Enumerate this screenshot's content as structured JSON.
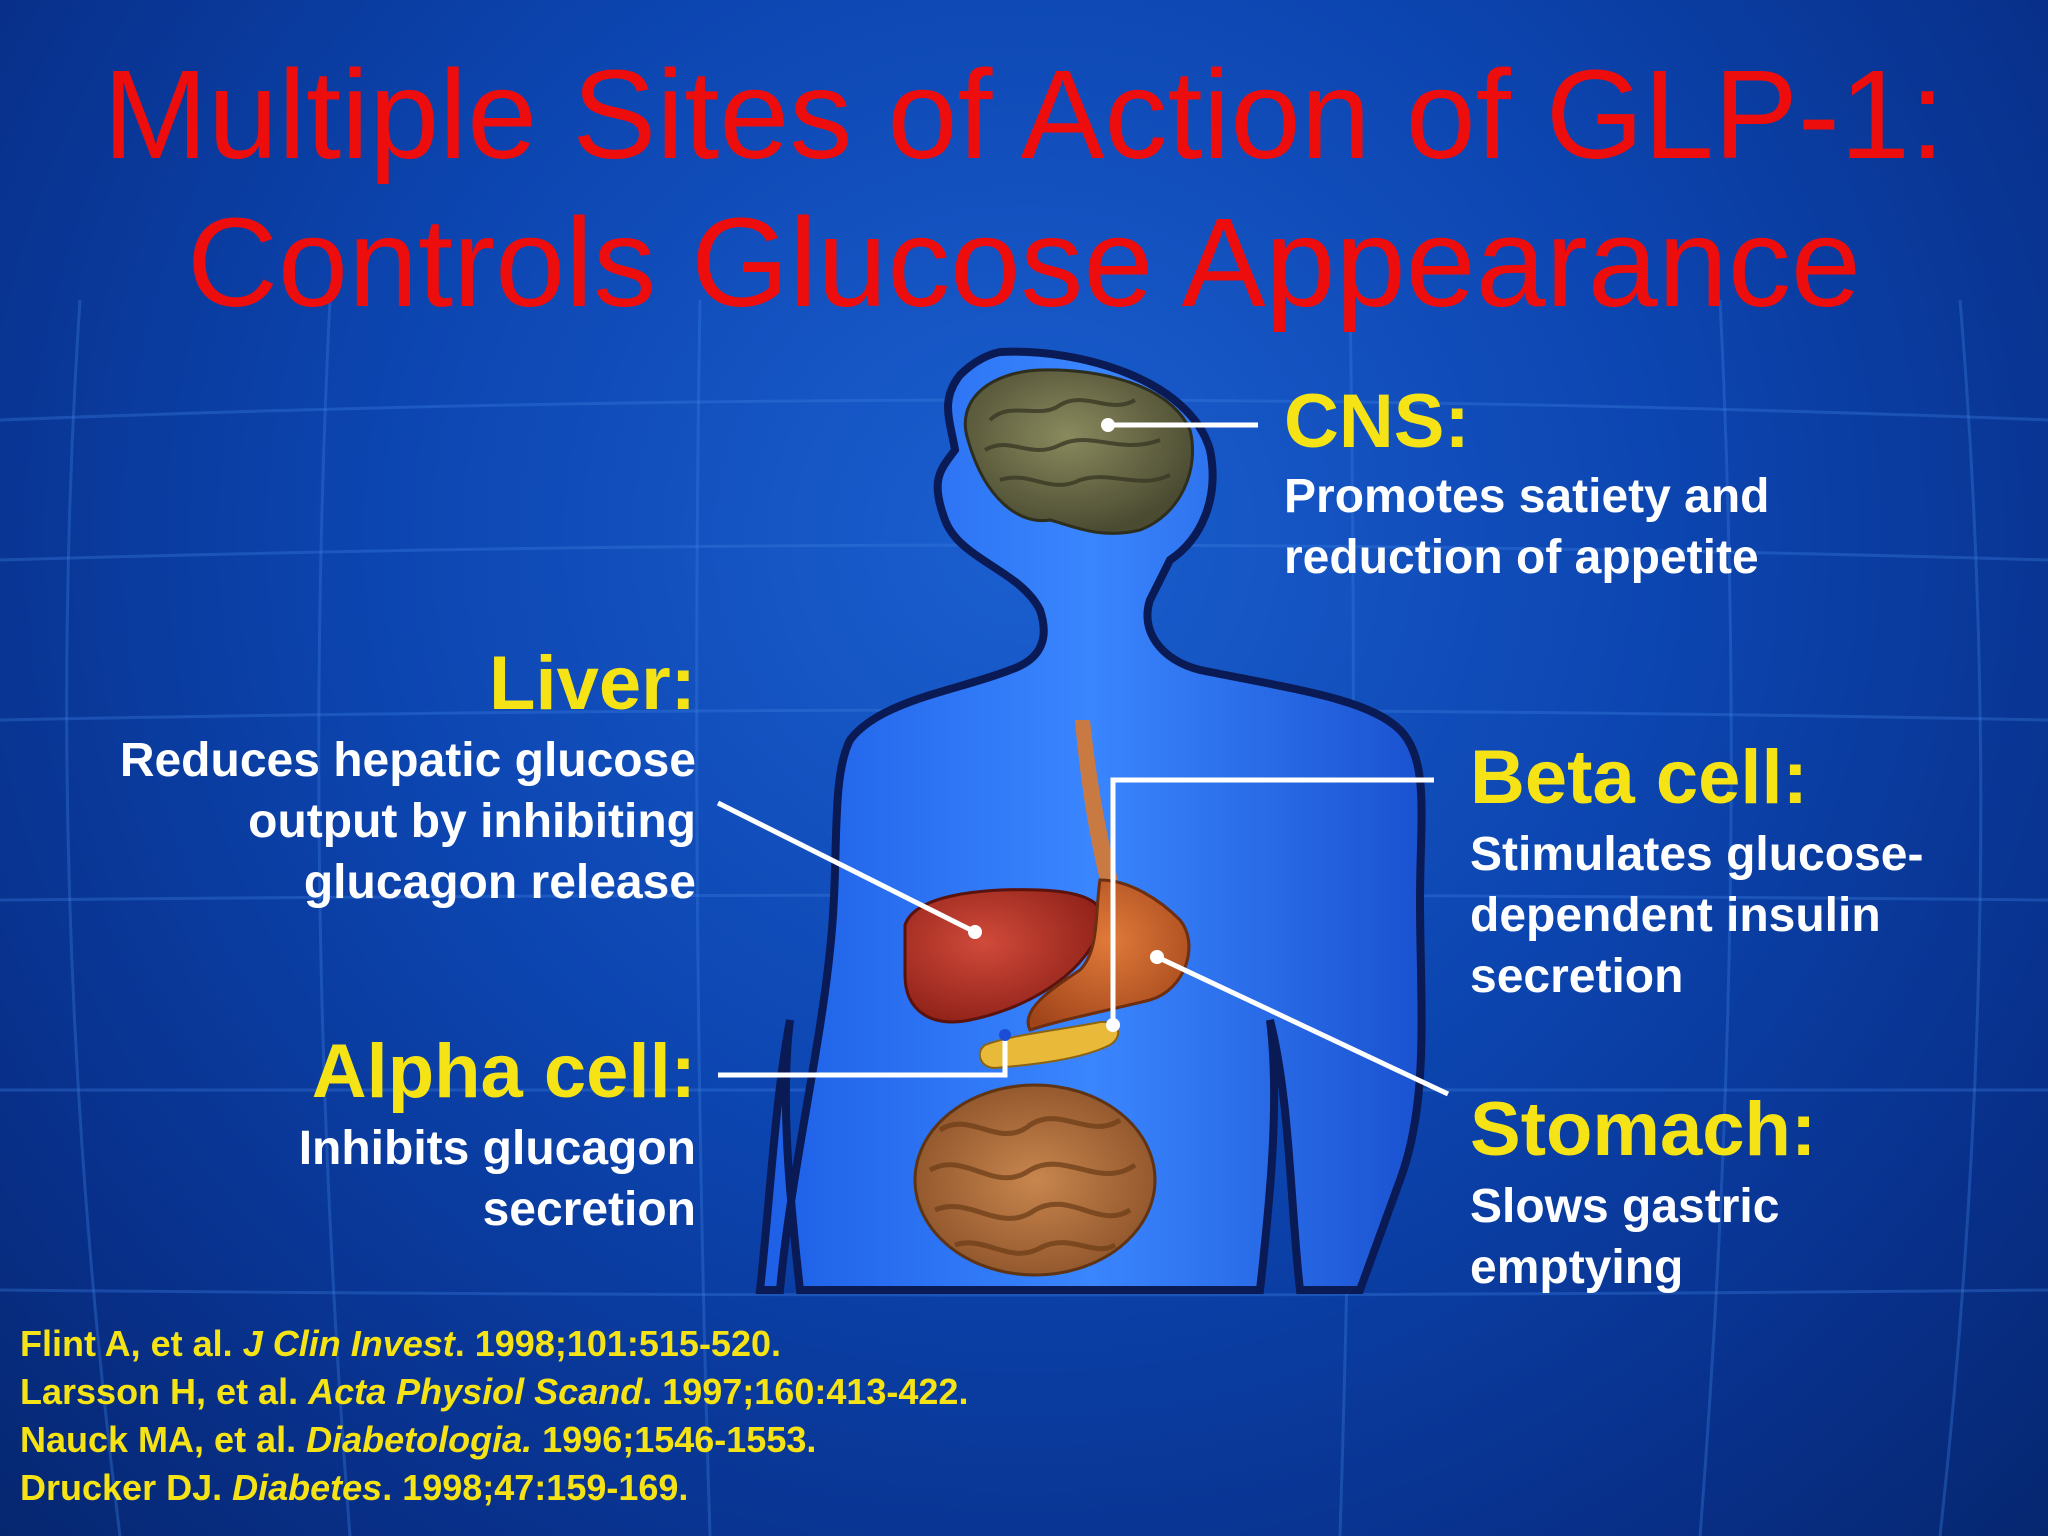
{
  "title": {
    "line1": "Multiple Sites of Action of GLP-1:",
    "line2": "Controls Glucose Appearance"
  },
  "sites": {
    "cns": {
      "label": "CNS:",
      "desc1": "Promotes satiety and",
      "desc2": "reduction of appetite"
    },
    "liver": {
      "label": "Liver:",
      "desc1": "Reduces hepatic glucose",
      "desc2": "output by inhibiting",
      "desc3": "glucagon release"
    },
    "beta": {
      "label": "Beta cell:",
      "desc1": "Stimulates glucose-",
      "desc2": "dependent insulin",
      "desc3": "secretion"
    },
    "alpha": {
      "label": "Alpha cell:",
      "desc1": "Inhibits glucagon",
      "desc2": "secretion"
    },
    "stomach": {
      "label": "Stomach:",
      "desc1": "Slows gastric",
      "desc2": "emptying"
    }
  },
  "references": [
    {
      "authors": "Flint A, et al. ",
      "journal": "J Clin Invest",
      "rest": ". 1998;101:515-520."
    },
    {
      "authors": "Larsson H, et al. ",
      "journal": "Acta Physiol Scand",
      "rest": ". 1997;160:413-422."
    },
    {
      "authors": "Nauck MA,  et al. ",
      "journal": "Diabetologia.",
      "rest": " 1996;1546-1553."
    },
    {
      "authors": "Drucker DJ. ",
      "journal": "Diabetes",
      "rest": ". 1998;47:159-169."
    }
  ],
  "colors": {
    "title": "#ee0d0d",
    "label": "#f5e316",
    "description": "#ffffff",
    "background": "#0c45b0"
  }
}
